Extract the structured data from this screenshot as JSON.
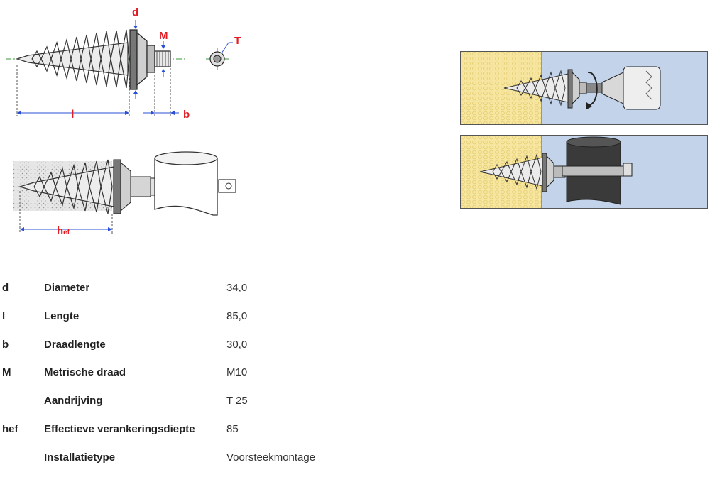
{
  "diagram_labels": {
    "d": "d",
    "M": "M",
    "T": "T",
    "l": "l",
    "b": "b",
    "hef_main": "h",
    "hef_sub": "ef"
  },
  "colors": {
    "dimension_red": "#e31b23",
    "dimension_blue": "#2a4fd6",
    "insulation_yellow": "#f6e6a0",
    "wall_blue": "#c3d4ea",
    "metal_gray": "#c8c8c8"
  },
  "specs": [
    {
      "symbol": "d",
      "label": "Diameter",
      "value": "34,0"
    },
    {
      "symbol": "l",
      "label": "Lengte",
      "value": "85,0"
    },
    {
      "symbol": "b",
      "label": "Draadlengte",
      "value": "30,0"
    },
    {
      "symbol": "M",
      "label": "Metrische draad",
      "value": "M10"
    },
    {
      "symbol": "",
      "label": "Aandrijving",
      "value": "T 25"
    },
    {
      "symbol": "hef",
      "label": "Effectieve verankeringsdiepte",
      "value": "85"
    },
    {
      "symbol": "",
      "label": "Installatietype",
      "value": "Voorsteekmontage"
    }
  ]
}
